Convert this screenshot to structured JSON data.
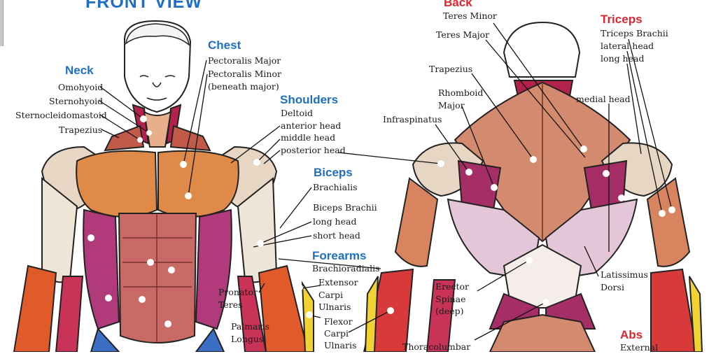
{
  "title": "FRONT VIEW",
  "colors": {
    "header_blue": "#1f6fc4",
    "header_red": "#e02530"
  },
  "front": {
    "neck": {
      "header": "Neck",
      "items": [
        "Omohyoid",
        "Sternohyoid",
        "Sternocleidomastoid",
        "Trapezius"
      ]
    },
    "chest": {
      "header": "Chest",
      "items": [
        "Pectoralis Major",
        "Pectoralis Minor",
        "(beneath major)"
      ]
    },
    "shoulders": {
      "header": "Shoulders",
      "items": [
        "Deltoid",
        "anterior head",
        "middle head",
        "posterior head"
      ]
    },
    "biceps": {
      "header": "Biceps",
      "items": [
        "Brachialis",
        "Biceps Brachii",
        "long head",
        "short head"
      ]
    },
    "forearms": {
      "header": "Forearms",
      "items": [
        "Brachioradialis",
        "Extensor",
        "Carpi",
        "Ulnaris",
        "Flexor",
        "Carpi",
        "Ulnaris"
      ]
    },
    "pronator": [
      "Pronator",
      "Teres"
    ],
    "palmaris": [
      "Palmaris",
      "Longus"
    ]
  },
  "back": {
    "back": {
      "header": "Back",
      "items": [
        "Teres Minor",
        "Teres Major",
        "Trapezius",
        "Rhomboid",
        "Major",
        "Infraspinatus"
      ]
    },
    "triceps": {
      "header": "Triceps",
      "items": [
        "Triceps Brachii",
        "lateral head",
        "long head",
        "medial head"
      ]
    },
    "erector": [
      "Erector",
      "Spinae",
      "(deep)"
    ],
    "latissimus": [
      "Latissimus",
      "Dorsi"
    ],
    "thoracolumbar": "Thoracolumbar",
    "abs": {
      "header": "Abs",
      "items": [
        "External"
      ]
    }
  }
}
